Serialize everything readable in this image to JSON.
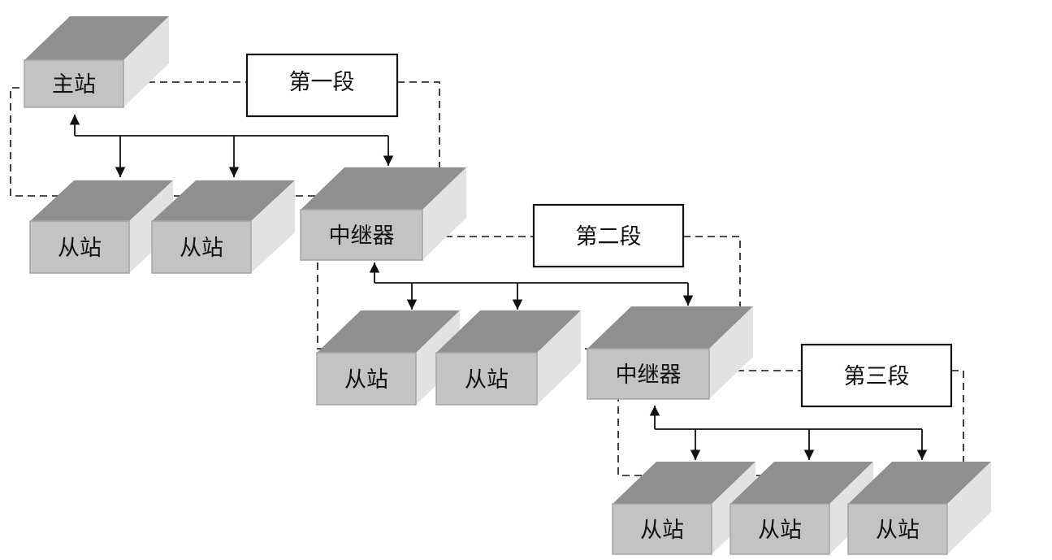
{
  "master": {
    "label": "主站"
  },
  "repeaters": [
    {
      "label": "中继器"
    },
    {
      "label": "中继器"
    }
  ],
  "segments": [
    {
      "label": "第一段"
    },
    {
      "label": "第二段"
    },
    {
      "label": "第三段"
    }
  ],
  "slaves": [
    {
      "label": "从站"
    },
    {
      "label": "从站"
    },
    {
      "label": "从站"
    },
    {
      "label": "从站"
    },
    {
      "label": "从站"
    },
    {
      "label": "从站"
    },
    {
      "label": "从站"
    }
  ],
  "colors": {
    "top": "#8f8f8f",
    "front": "#c3c3c3",
    "side": "#e2e2e2",
    "line": "#111111"
  }
}
